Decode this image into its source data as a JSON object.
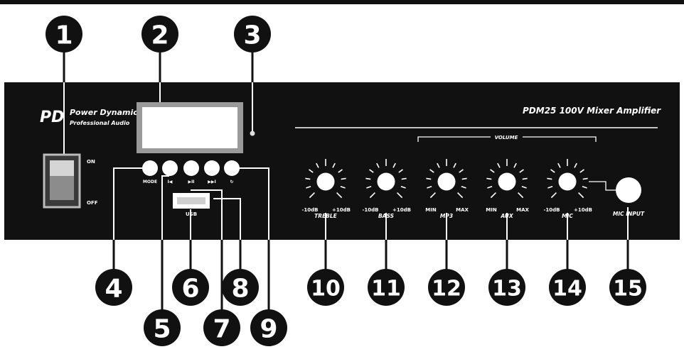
{
  "brand": {
    "logo_mark": "PD",
    "name": "Power Dynamics",
    "tagline": "Professional Audio"
  },
  "model_title": "PDM25 100V Mixer Amplifier",
  "power_switch": {
    "on_label": "ON",
    "off_label": "OFF"
  },
  "buttons": [
    "MODE",
    "I◀",
    "▶II",
    "▶▶I",
    "↻"
  ],
  "usb_label": "USB",
  "volume_label": "VOLUME",
  "knobs": [
    {
      "name": "TREBLE",
      "min": "-10dB",
      "max": "+10dB"
    },
    {
      "name": "BASS",
      "min": "-10dB",
      "max": "+10dB"
    },
    {
      "name": "MP3",
      "min": "MIN",
      "max": "MAX"
    },
    {
      "name": "AUX",
      "min": "MIN",
      "max": "MAX"
    },
    {
      "name": "MIC",
      "min": "-10dB",
      "max": "+10dB"
    }
  ],
  "mic_input_label": "MIC INPUT",
  "callouts": [
    "1",
    "2",
    "3",
    "4",
    "5",
    "6",
    "7",
    "8",
    "9",
    "10",
    "11",
    "12",
    "13",
    "14",
    "15"
  ],
  "colors": {
    "panel": "#111111",
    "callout": "#111111",
    "foreground": "#ffffff"
  }
}
